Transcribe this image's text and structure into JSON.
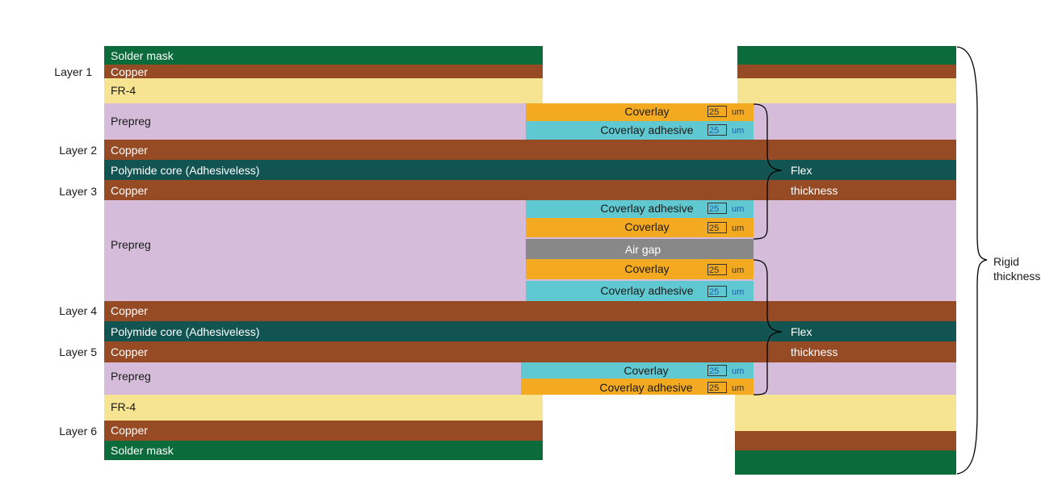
{
  "colors": {
    "solder_mask": "#0b6b3a",
    "copper": "#974b25",
    "fr4": "#f7e493",
    "prepreg": "#d6bcdb",
    "polyimide": "#125451",
    "coverlay": "#f3a920",
    "coverlay_adhesive": "#5fc8d0",
    "air_gap": "#888888"
  },
  "layer_labels": [
    "Layer 1",
    "Layer 2",
    "Layer 3",
    "Layer 4",
    "Layer 5",
    "Layer 6"
  ],
  "materials": {
    "solder_mask": "Solder mask",
    "copper": "Copper",
    "fr4": "FR-4",
    "prepreg": "Prepreg",
    "polyimide_core": "Polymide core (Adhesiveless)",
    "coverlay": "Coverlay",
    "coverlay_adhesive": "Coverlay adhesive",
    "air_gap": "Air gap"
  },
  "thickness_field": {
    "value": "25",
    "unit": "um"
  },
  "flex_label": {
    "line1": "Flex",
    "line2": "thickness"
  },
  "rigid_label": {
    "line1": "Rigid",
    "line2": "thickness"
  }
}
